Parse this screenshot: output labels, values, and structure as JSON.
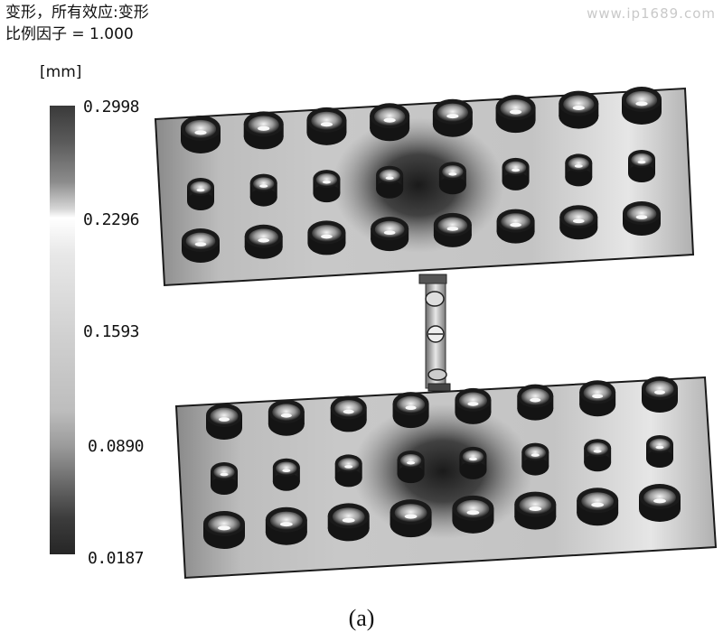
{
  "header": {
    "line1": "变形，所有效应:变形",
    "line2": "比例因子 = 1.000"
  },
  "legend": {
    "unit": "[mm]",
    "ticks": [
      "0.2998",
      "0.2296",
      "0.1593",
      "0.0890",
      "0.0187"
    ],
    "max": 0.2998,
    "min": 0.0187
  },
  "watermark": "www.ip1689.com",
  "caption": "(a)",
  "colors": {
    "plate_base": "#a8a8a8",
    "plate_edge": "#1a1a1a",
    "hot_spot": "#1e1e1e",
    "background": "#ffffff"
  }
}
